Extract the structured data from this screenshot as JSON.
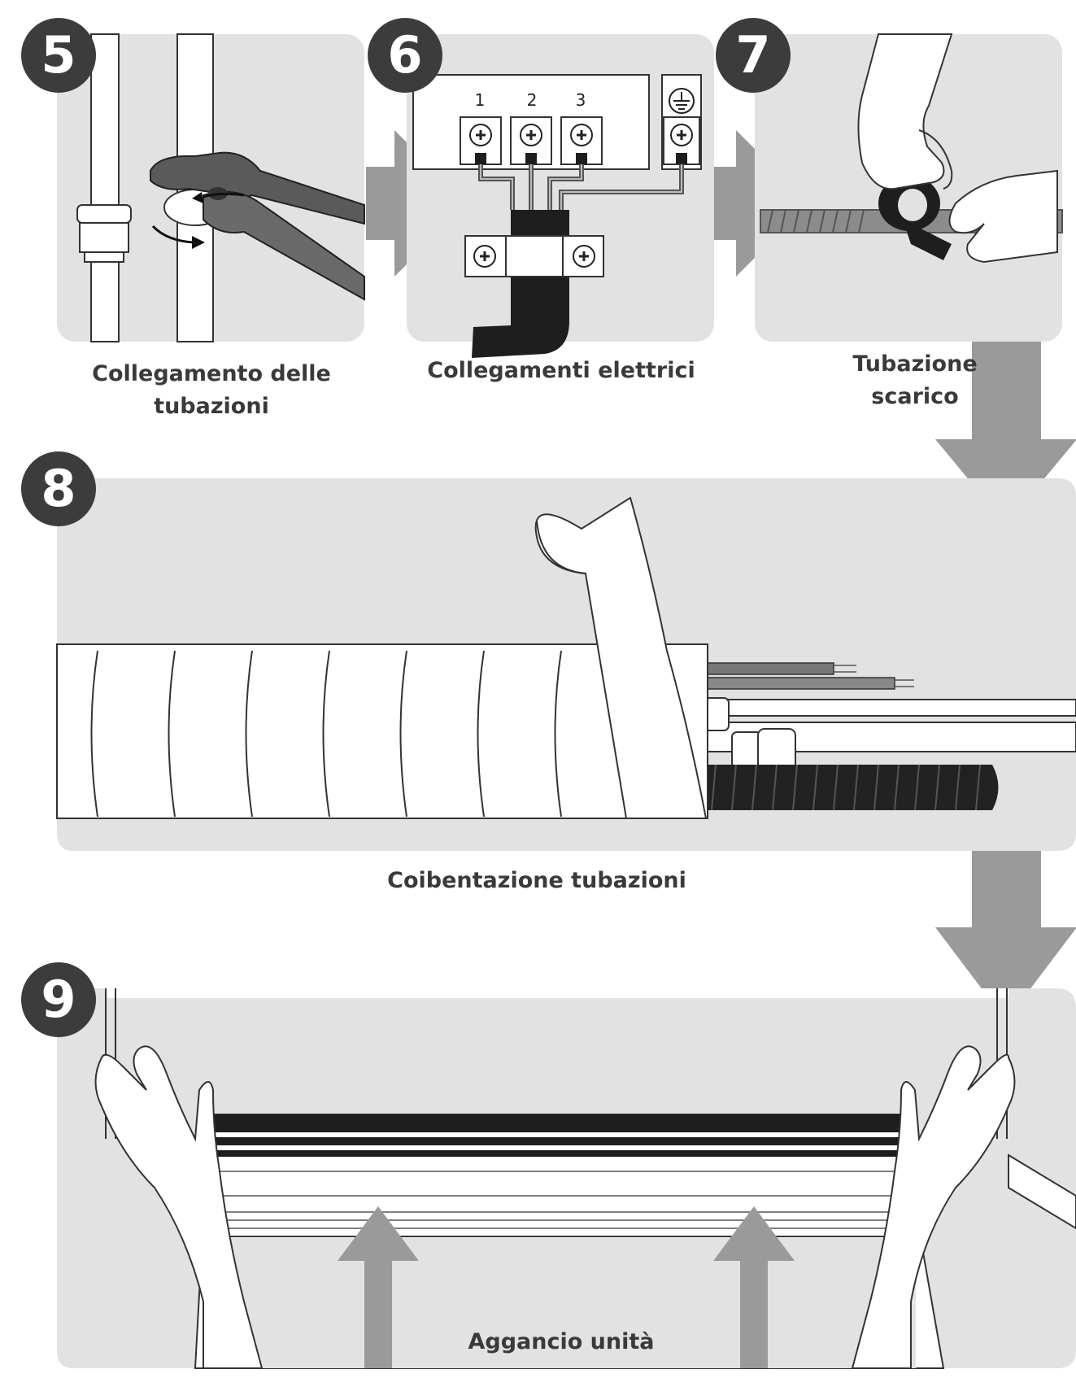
{
  "steps": [
    {
      "number": "5",
      "caption_line1": "Collegamento delle",
      "caption_line2": "tubazioni"
    },
    {
      "number": "6",
      "caption_line1": "Collegamenti elettrici"
    },
    {
      "number": "7",
      "caption_line1": "Tubazione",
      "caption_line2": "scarico"
    },
    {
      "number": "8",
      "caption_line1": "Coibentazione tubazioni"
    },
    {
      "number": "9",
      "caption_line1": "Aggancio unità"
    }
  ],
  "terminals": {
    "t1": "1",
    "t2": "2",
    "t3": "3"
  },
  "colors": {
    "panel": "#e2e2e2",
    "badge": "#3c3c3c",
    "arrow": "#9a9a9a",
    "dark": "#1e1e1e"
  }
}
